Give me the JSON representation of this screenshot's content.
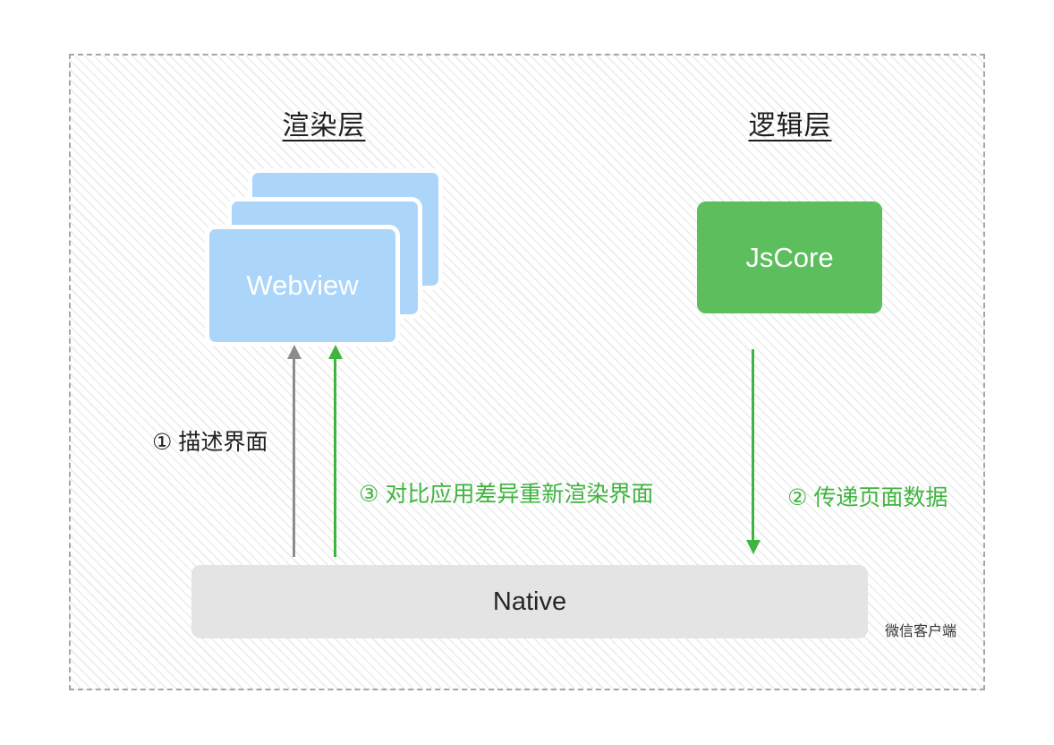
{
  "layers": {
    "render_title": "渲染层",
    "logic_title": "逻辑层"
  },
  "boxes": {
    "webview_label": "Webview",
    "jscore_label": "JsCore",
    "native_label": "Native"
  },
  "annotations": {
    "step1": "① 描述界面",
    "step2": "② 传递页面数据",
    "step3": "③ 对比应用差异重新渲染界面",
    "client": "微信客户端"
  },
  "colors": {
    "webview-blue": "#ABD5F9",
    "jscore-green": "#5CBE5C",
    "accent-green": "#3FB43F",
    "arrow-gray": "#8C8C8C",
    "native-gray": "#E4E4E4",
    "frame-border": "#A6A6A6",
    "hatch": "#EBEBEB",
    "text-dark": "#1F1F1F"
  }
}
